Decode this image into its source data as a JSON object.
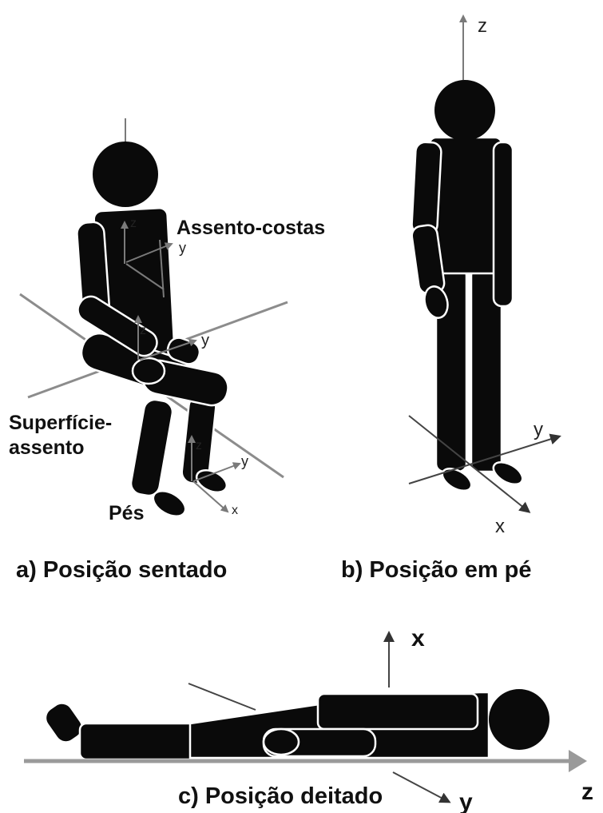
{
  "panels": {
    "a": {
      "caption": "a) Posição sentado",
      "labels": {
        "backrest": "Assento-costas",
        "seat_line1": "Superfície-",
        "seat_line2": "assento",
        "feet": "Pés"
      },
      "axes": {
        "z": "z",
        "y": "y",
        "x": "x"
      }
    },
    "b": {
      "caption": "b) Posição em pé",
      "axes": {
        "z": "z",
        "y": "y",
        "x": "x"
      }
    },
    "c": {
      "caption": "c) Posição deitado",
      "axes": {
        "x": "x",
        "y": "y",
        "z": "z"
      }
    }
  },
  "colors": {
    "figure": "#0a0a0a",
    "axis": "#7a7a7a",
    "text": "#111111"
  }
}
